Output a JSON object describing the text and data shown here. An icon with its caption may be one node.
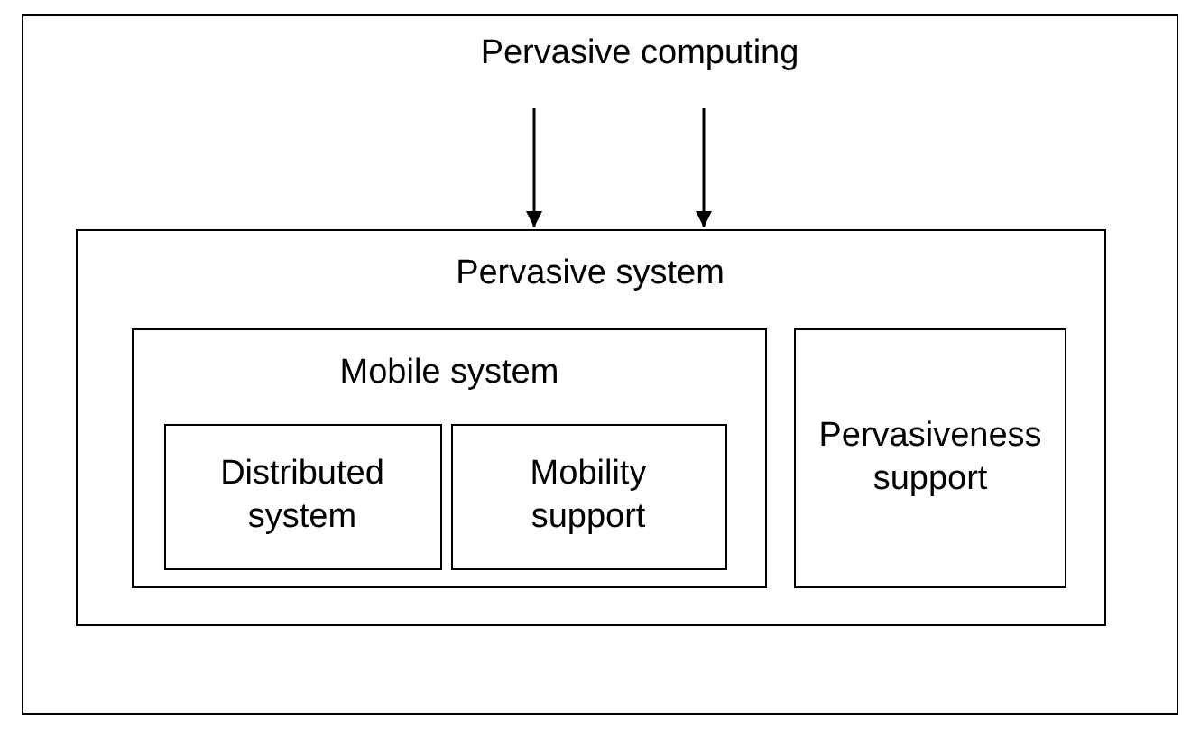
{
  "diagram": {
    "nodes": [
      {
        "text": [],
        "shape": "box"
      },
      {
        "text": [
          "Pervasive computing"
        ],
        "in": 0
      },
      {
        "text": [
          "Pervasive system"
        ],
        "in": 0
      },
      {
        "text": [
          "Mobile system"
        ],
        "in": 2
      },
      {
        "text": [
          "Distributed system"
        ],
        "in": 3
      },
      {
        "text": [
          "Mobility support"
        ],
        "in": 3
      },
      {
        "text": [
          "Pervasiveness support"
        ],
        "in": 2
      }
    ],
    "edges": [
      {
        "from": 1,
        "to": 2,
        "arrow": "to"
      },
      {
        "from": 1,
        "to": 2,
        "arrow": "to"
      }
    ]
  }
}
